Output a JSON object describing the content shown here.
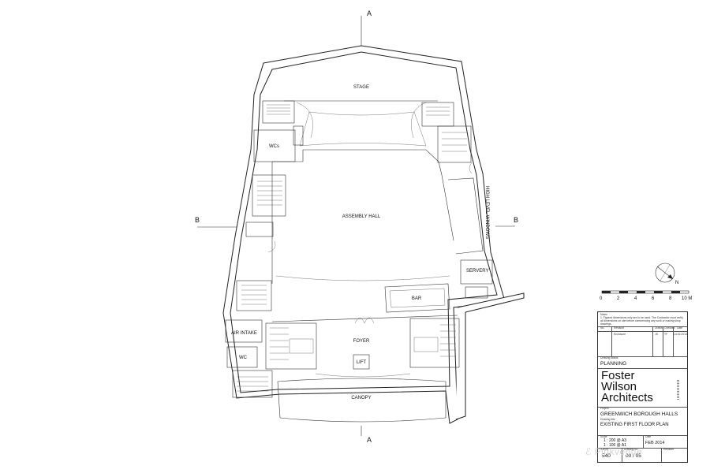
{
  "section_markers": {
    "top": "A",
    "bottom": "A",
    "left": "B",
    "right": "B"
  },
  "rooms": {
    "stage": "STAGE",
    "wcs": "WCs",
    "assembly_hall": "ASSEMBLY HALL",
    "high_level_windows": "HIGH LEVEL WINDOWS",
    "servery": "SERVERY",
    "bar": "BAR",
    "air_intake": "AIR INTAKE",
    "wc": "WC",
    "foyer": "FOYER",
    "lift": "LIFT",
    "canopy": "CANOPY"
  },
  "north_label": "N",
  "scale_bar": {
    "ticks": [
      "0",
      "2",
      "4",
      "6",
      "8",
      "10 M"
    ]
  },
  "title_block": {
    "notes_label": "Notes",
    "notes_text": "1. Figured dimensions only are to be used. The Contractor must verify all dimensions on site before commencing any work or making shop drawings.",
    "rev_headers": [
      "No.",
      "Revision",
      "Drawn",
      "Checked",
      "Date"
    ],
    "rev_row": [
      "",
      "Enclosure",
      "JS",
      "TF",
      "14.02.2014"
    ],
    "status_label": "Drawing status",
    "status": "PLANNING",
    "firm_lines": [
      "Foster",
      "Wilson",
      "Architects"
    ],
    "project_label": "Project",
    "project": "GREENWICH BOROUGH HALLS",
    "title_label": "Drawing title",
    "title": "EXISTING FIRST FLOOR PLAN",
    "scale_label": "Scale",
    "scale_lines": [
      "1 : 200 @ A3",
      "1 : 100 @ A1"
    ],
    "date_label": "Date",
    "date": "FEB 2014",
    "job_label": "Job no.",
    "job": "540",
    "drawing_no_label": "Drawing no.",
    "drawing_no": "00 / 05",
    "revision_label": "Revision",
    "revision": ""
  },
  "watermark": "ℰ Pinkvenue"
}
